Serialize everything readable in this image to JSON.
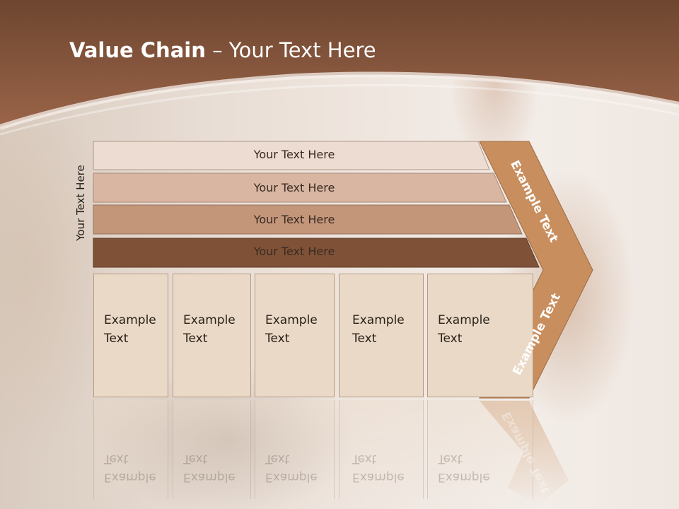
{
  "title": {
    "bold": "Value Chain",
    "rest": " – Your Text Here"
  },
  "side_label": "Your Text Here",
  "support_bars": [
    {
      "label": "Your Text Here",
      "color": "#eddcd2"
    },
    {
      "label": "Your Text Here",
      "color": "#d8b6a2"
    },
    {
      "label": "Your Text Here",
      "color": "#c3967a"
    },
    {
      "label": "Your Text Here",
      "color": "#7f5238"
    }
  ],
  "primary_boxes": [
    {
      "line1": "Example",
      "line2": "Text"
    },
    {
      "line1": "Example",
      "line2": "Text"
    },
    {
      "line1": "Example",
      "line2": "Text"
    },
    {
      "line1": "Example",
      "line2": "Text"
    },
    {
      "line1": "Example",
      "line2": "Text"
    }
  ],
  "arrow": {
    "upper_label": "Example Text",
    "lower_label": "Example Text",
    "color": "#c98e5e"
  },
  "colors": {
    "header": "#8f5a3e",
    "box_fill": "#ead9c6"
  }
}
